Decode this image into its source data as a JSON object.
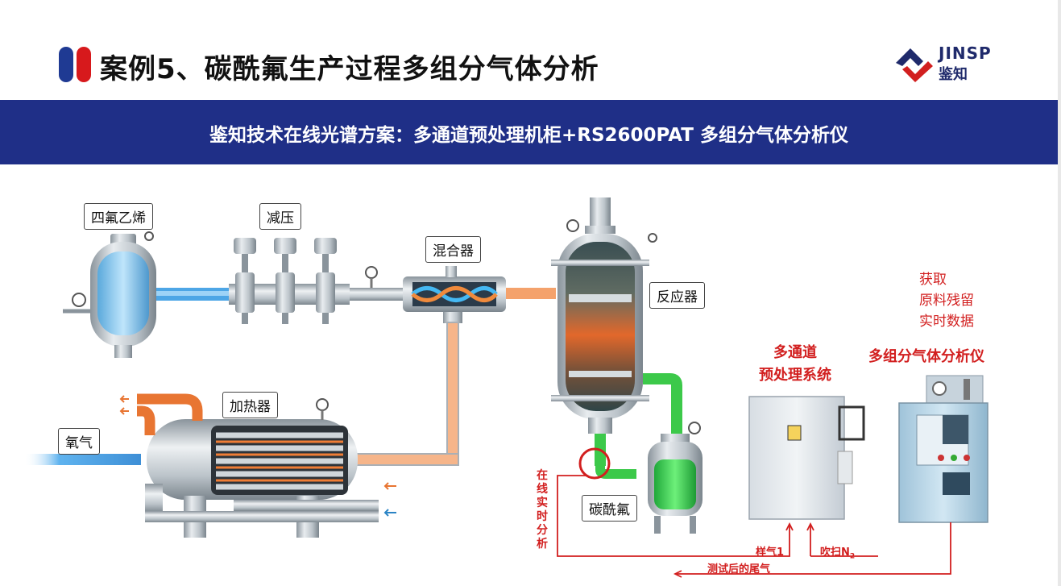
{
  "header": {
    "title": "案例5、碳酰氟生产过程多组分气体分析",
    "logo_en": "JINSP",
    "logo_cn": "鉴知"
  },
  "banner": {
    "text": "鉴知技术在线光谱方案：多通道预处理机柜+RS2600PAT 多组分气体分析仪"
  },
  "diagram": {
    "labels": {
      "tfe": "四氟乙烯",
      "decompress": "减压",
      "mixer": "混合器",
      "reactor": "反应器",
      "heater": "加热器",
      "oxygen": "氧气",
      "product": "碳酰氟"
    },
    "side_note": [
      "获取",
      "原料残留",
      "实时数据"
    ],
    "pretreat_title": [
      "多通道",
      "预处理系统"
    ],
    "analyzer_title": "多组分气体分析仪",
    "online_analysis": [
      "在",
      "线",
      "实",
      "时",
      "分",
      "析"
    ],
    "sample_gas": "样气1",
    "purge": "吹扫N",
    "purge_sub": "2",
    "tail_gas": "测试后的尾气"
  },
  "colors": {
    "brand_blue": "#1f2f87",
    "accent_red": "#d21f1f",
    "gas_blue": "#4aa6e8",
    "gas_orange": "#ee7d3b",
    "product_green": "#3cc94a"
  }
}
